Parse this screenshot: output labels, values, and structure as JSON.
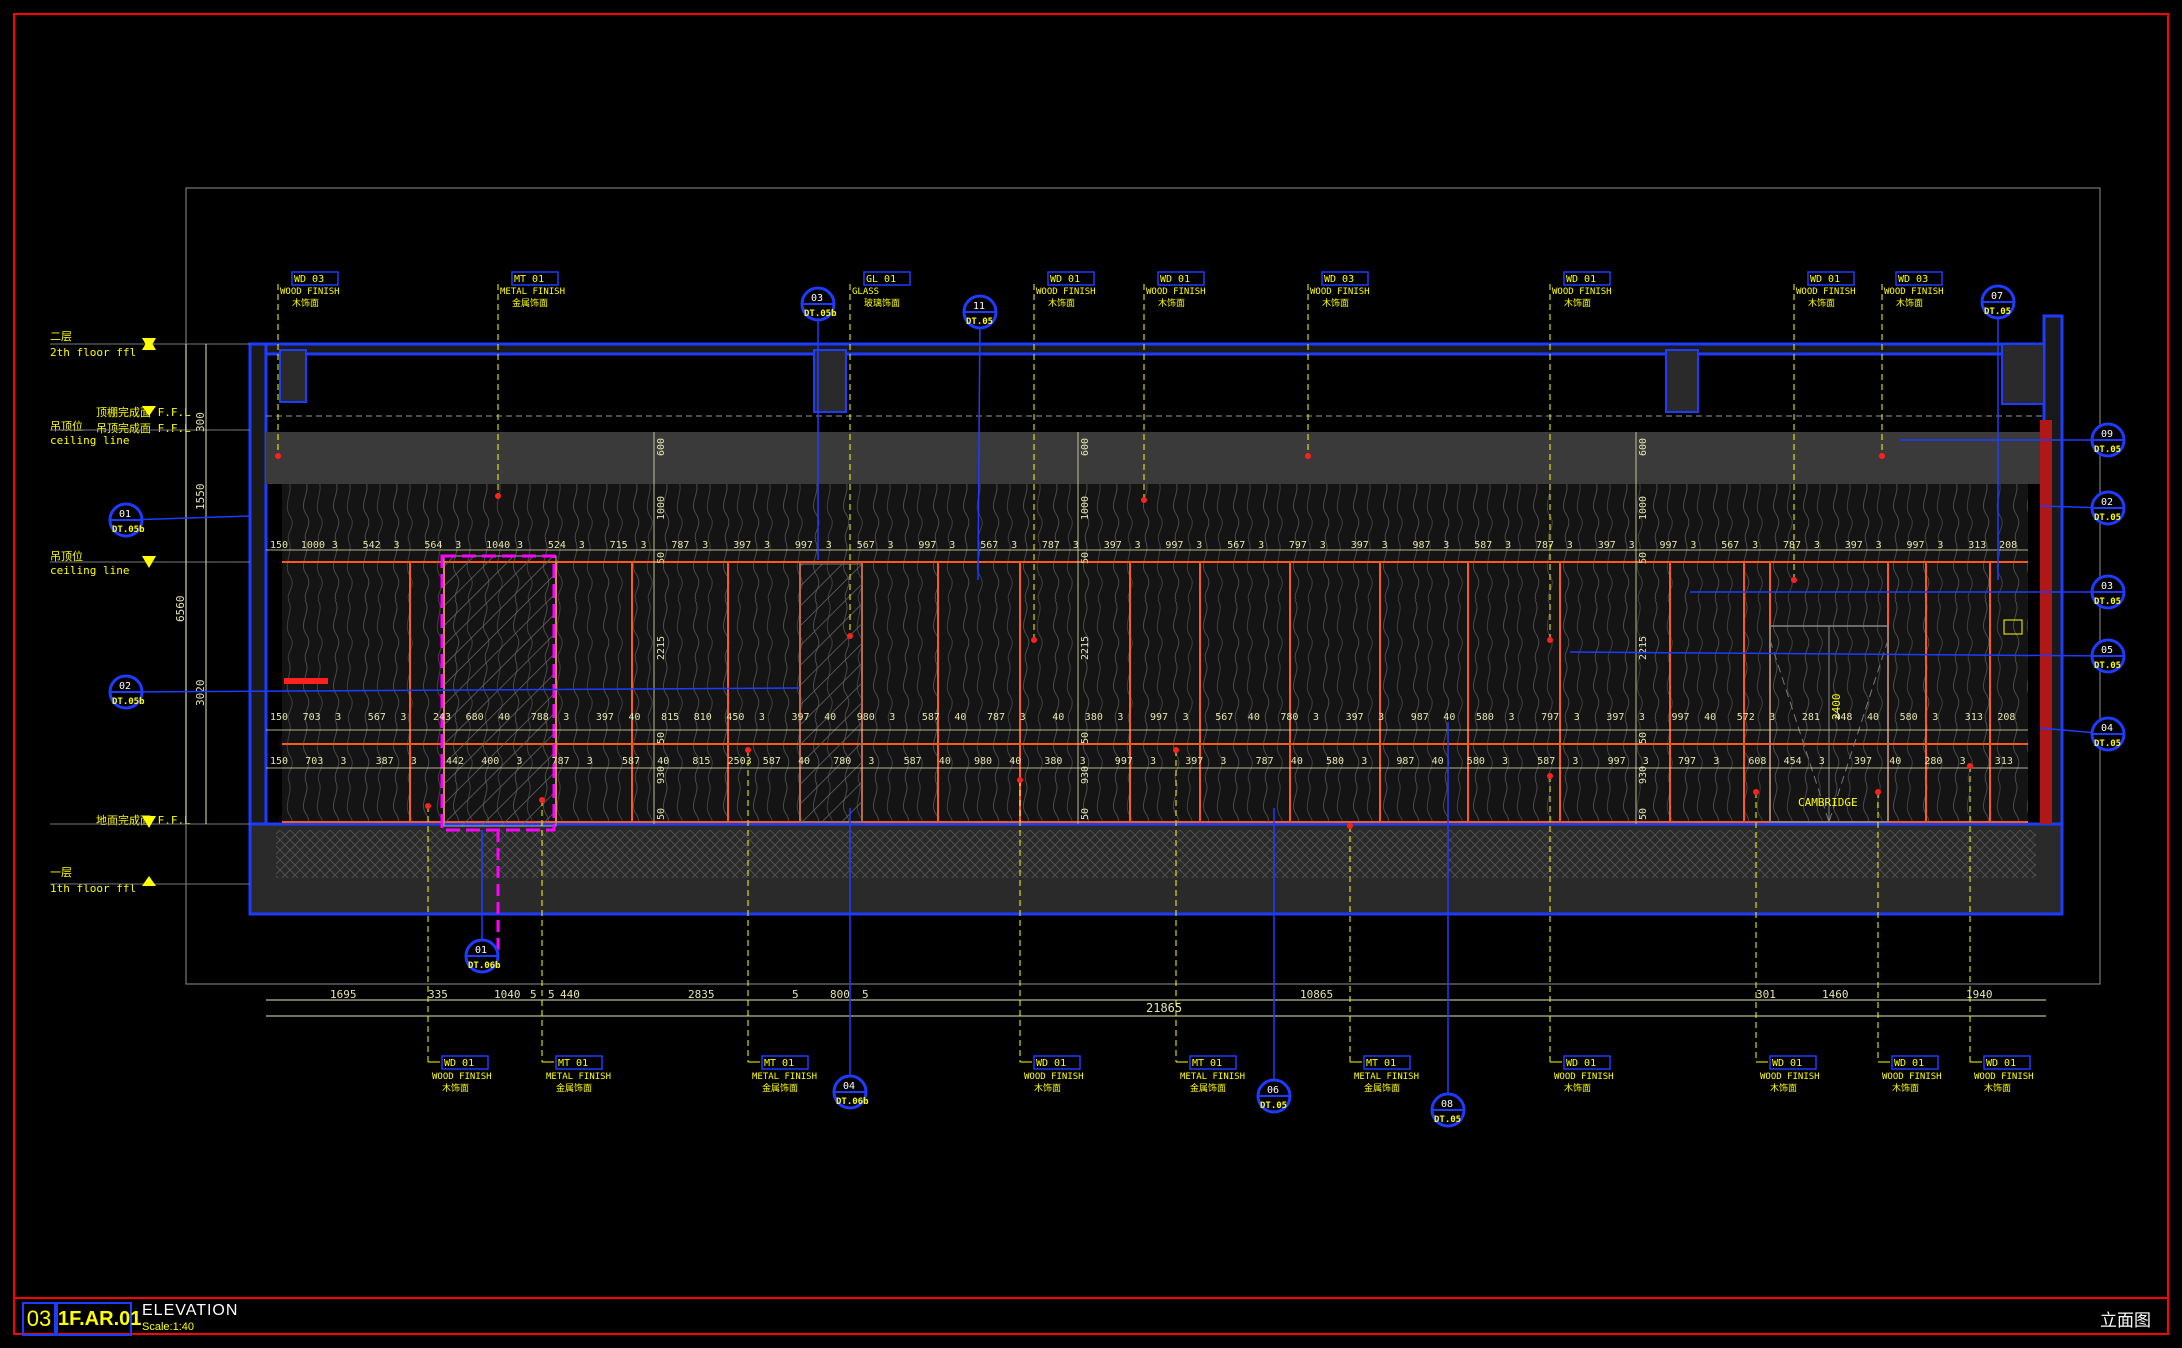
{
  "title_block": {
    "number": "03",
    "code": "1F.AR.01",
    "title": "ELEVATION",
    "scale": "Scale:1:40",
    "title_cn": "立面图"
  },
  "levels": [
    {
      "cn": "二层",
      "label": "2th floor ffl"
    },
    {
      "cn": "吊顶位",
      "label": "ceiling line"
    },
    {
      "cn": "吊顶位",
      "label": "ceiling line"
    },
    {
      "cn": "一层",
      "label": "1th floor ffl"
    }
  ],
  "level_marks": [
    "顶棚完成面 F.F.L",
    "吊顶完成面 F.F.L",
    "地面完成面 F.F.L"
  ],
  "materials_top": [
    {
      "code": "WD",
      "num": "03",
      "en": "WOOD FINISH",
      "cn": "木饰面"
    },
    {
      "code": "MT",
      "num": "01",
      "en": "METAL FINISH",
      "cn": "金属饰面"
    },
    {
      "code": "GL",
      "num": "01",
      "en": "GLASS",
      "cn": "玻璃饰面"
    },
    {
      "code": "WD",
      "num": "01",
      "en": "WOOD FINISH",
      "cn": "木饰面"
    },
    {
      "code": "WD",
      "num": "01",
      "en": "WOOD FINISH",
      "cn": "木饰面"
    },
    {
      "code": "WD",
      "num": "03",
      "en": "WOOD FINISH",
      "cn": "木饰面"
    },
    {
      "code": "WD",
      "num": "01",
      "en": "WOOD FINISH",
      "cn": "木饰面"
    },
    {
      "code": "WD",
      "num": "01",
      "en": "WOOD FINISH",
      "cn": "木饰面"
    },
    {
      "code": "WD",
      "num": "03",
      "en": "WOOD FINISH",
      "cn": "木饰面"
    }
  ],
  "materials_bottom": [
    {
      "code": "WD",
      "num": "01",
      "en": "WOOD FINISH",
      "cn": "木饰面"
    },
    {
      "code": "MT",
      "num": "01",
      "en": "METAL FINISH",
      "cn": "金属饰面"
    },
    {
      "code": "MT",
      "num": "01",
      "en": "METAL FINISH",
      "cn": "金属饰面"
    },
    {
      "code": "WD",
      "num": "01",
      "en": "WOOD FINISH",
      "cn": "木饰面"
    },
    {
      "code": "MT",
      "num": "01",
      "en": "METAL FINISH",
      "cn": "金属饰面"
    },
    {
      "code": "MT",
      "num": "01",
      "en": "METAL FINISH",
      "cn": "金属饰面"
    },
    {
      "code": "WD",
      "num": "01",
      "en": "WOOD FINISH",
      "cn": "木饰面"
    },
    {
      "code": "WD",
      "num": "01",
      "en": "WOOD FINISH",
      "cn": "木饰面"
    },
    {
      "code": "WD",
      "num": "01",
      "en": "WOOD FINISH",
      "cn": "木饰面"
    },
    {
      "code": "WD",
      "num": "01",
      "en": "WOOD FINISH",
      "cn": "木饰面"
    }
  ],
  "section_markers": [
    {
      "num": "03",
      "sheet": "DT.05b"
    },
    {
      "num": "11",
      "sheet": "DT.05"
    },
    {
      "num": "07",
      "sheet": "DT.05"
    },
    {
      "num": "01",
      "sheet": "DT.05b"
    },
    {
      "num": "02",
      "sheet": "DT.05b"
    },
    {
      "num": "09",
      "sheet": "DT.05"
    },
    {
      "num": "02",
      "sheet": "DT.05"
    },
    {
      "num": "03",
      "sheet": "DT.05"
    },
    {
      "num": "05",
      "sheet": "DT.05"
    },
    {
      "num": "04",
      "sheet": "DT.05"
    },
    {
      "num": "01",
      "sheet": "DT.06b"
    },
    {
      "num": "04",
      "sheet": "DT.06b"
    },
    {
      "num": "06",
      "sheet": "DT.05"
    },
    {
      "num": "08",
      "sheet": "DT.05"
    }
  ],
  "dims_row1": [
    "150",
    "1000",
    "3",
    "542",
    "3",
    "564",
    "3",
    "1040",
    "3",
    "524",
    "3",
    "715",
    "3",
    "787",
    "3",
    "397",
    "3",
    "997",
    "3",
    "567",
    "3",
    "997",
    "3",
    "567",
    "3",
    "787",
    "3",
    "397",
    "3",
    "997",
    "3",
    "567",
    "3",
    "797",
    "3",
    "397",
    "3",
    "987",
    "3",
    "587",
    "3",
    "787",
    "3",
    "397",
    "3",
    "997",
    "3",
    "567",
    "3",
    "787",
    "3",
    "397",
    "3",
    "997",
    "3",
    "313",
    "208"
  ],
  "dims_row2": [
    "150",
    "703",
    "3",
    "567",
    "3",
    "243",
    "680",
    "40",
    "788",
    "3",
    "397",
    "40",
    "815",
    "810",
    "450",
    "3",
    "397",
    "40",
    "980",
    "3",
    "587",
    "40",
    "787",
    "3",
    "40",
    "380",
    "3",
    "997",
    "3",
    "567",
    "40",
    "780",
    "3",
    "397",
    "3",
    "987",
    "40",
    "580",
    "3",
    "797",
    "3",
    "397",
    "3",
    "997",
    "40",
    "572",
    "3",
    "281",
    "448",
    "40",
    "580",
    "3",
    "313",
    "208"
  ],
  "dims_row3": [
    "150",
    "703",
    "3",
    "387",
    "3",
    "442",
    "400",
    "3",
    "787",
    "3",
    "587",
    "40",
    "815",
    "2503",
    "587",
    "40",
    "780",
    "3",
    "587",
    "40",
    "980",
    "40",
    "380",
    "3",
    "997",
    "3",
    "397",
    "3",
    "787",
    "40",
    "580",
    "3",
    "987",
    "40",
    "580",
    "3",
    "587",
    "3",
    "997",
    "3",
    "797",
    "3",
    "608",
    "454",
    "3",
    "397",
    "40",
    "280",
    "3",
    "313"
  ],
  "vertical_dims_left": [
    "300",
    "1550",
    "6560",
    "3020"
  ],
  "vertical_dims_mid": [
    "600",
    "1000",
    "50",
    "2215",
    "50",
    "930",
    "50"
  ],
  "bottom_dims": [
    "1695",
    "335",
    "1040",
    "5",
    "5",
    "440",
    "2835",
    "5",
    "800",
    "5",
    "10865",
    "301",
    "1460",
    "1940"
  ],
  "total_dim": "21865",
  "door_label": "2400",
  "brand_text": "CAMBRIDGE",
  "colors": {
    "frame": "#ff0000",
    "annotation": "#ffff00",
    "section": "#1e3cff",
    "dims": "#e6e6b0",
    "panel_edge": "#ff5a1e",
    "door_highlight": "#ff00ff",
    "ceiling_fill": "#3a3a3a",
    "floor_fill": "#2a2a2a",
    "wall": "#1a1a1a"
  }
}
